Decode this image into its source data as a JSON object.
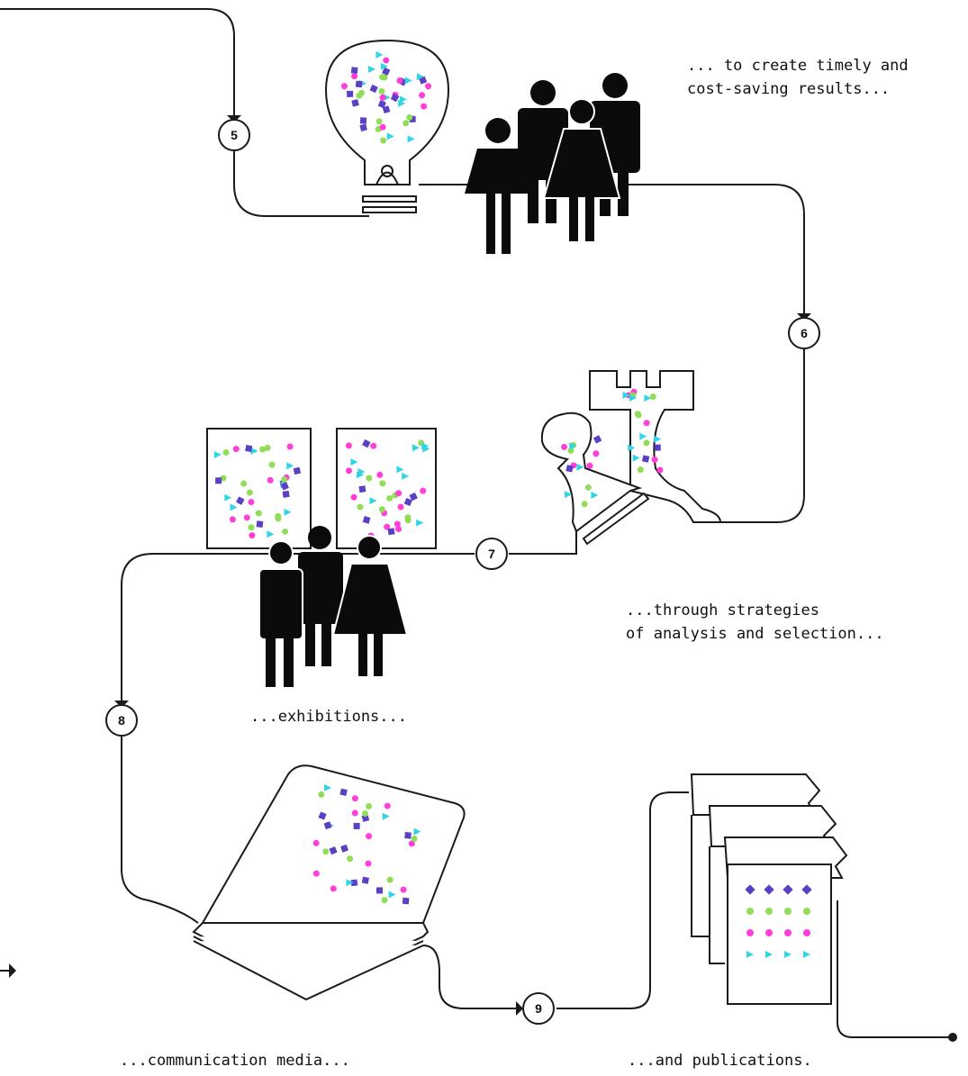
{
  "colors": {
    "line": "#1a1a1a",
    "purple": "#5b3fc4",
    "magenta": "#ff3fd8",
    "green": "#92dd58",
    "cyan": "#33d4e6"
  },
  "steps": [
    "5",
    "6",
    "7",
    "8",
    "9"
  ],
  "captions": {
    "results_line1": "... to create timely and",
    "results_line2": "cost-saving results...",
    "strategies_line1": "...through strategies",
    "strategies_line2": "of analysis and selection...",
    "exhibitions": "...exhibitions...",
    "media": "...communication media...",
    "publications": "...and publications."
  },
  "icons": [
    "lightbulb-icon",
    "people-group-icon",
    "chess-pieces-icon",
    "exhibition-panels-icon",
    "visitors-icon",
    "laptop-icon",
    "books-icon"
  ]
}
